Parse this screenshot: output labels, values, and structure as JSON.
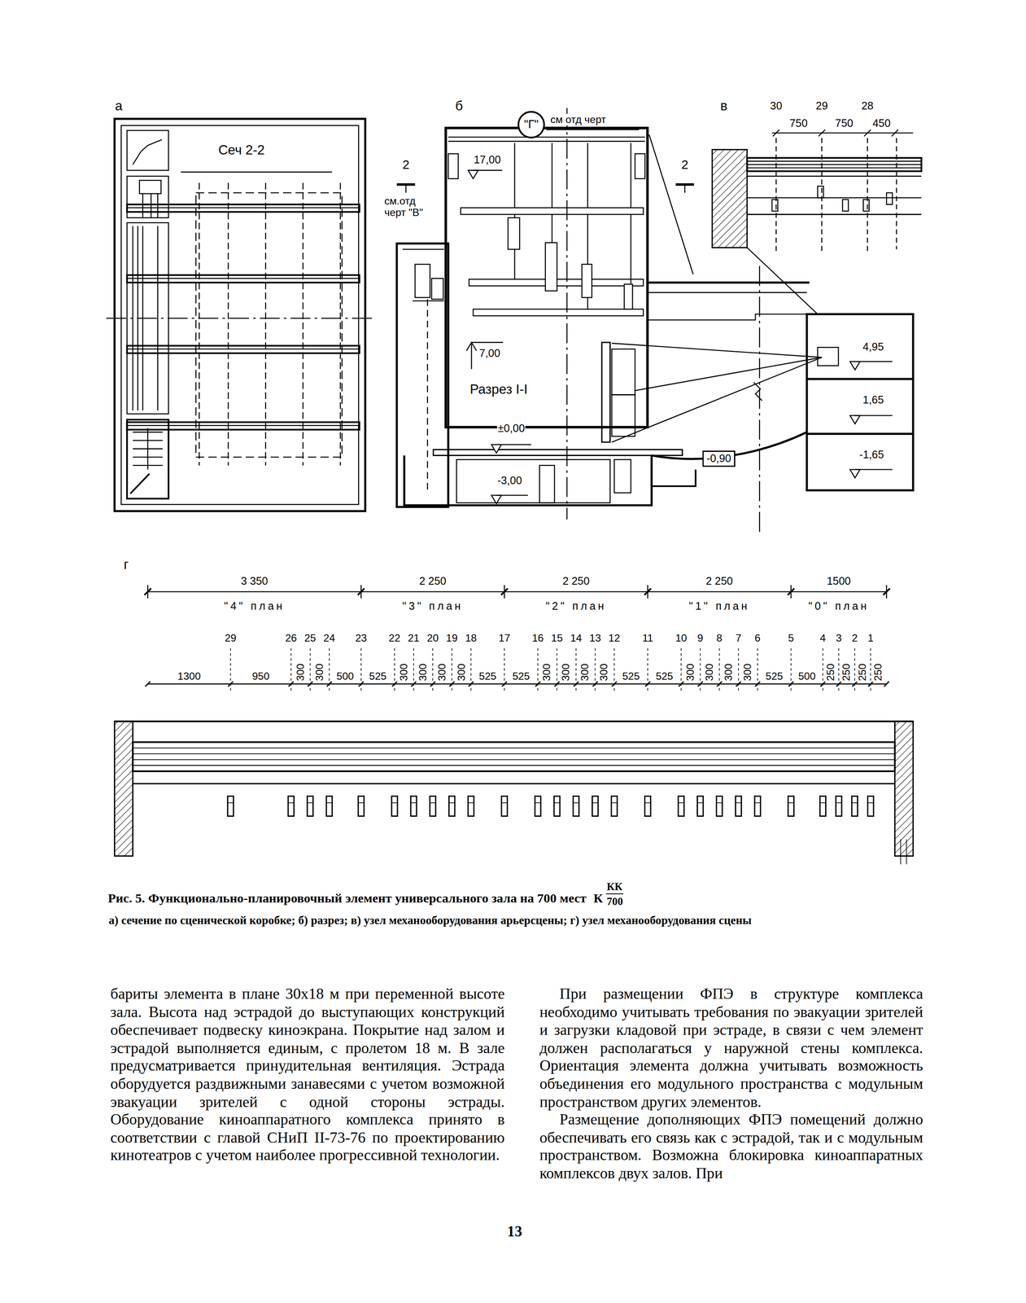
{
  "diagram": {
    "caption": "Рис. 5. Функционально-планировочный элемент универсального зала на 700 мест",
    "nodes": [
      {
        "text": [
          "\"Г\""
        ]
      },
      {
        "text": [
          "-0,90"
        ]
      }
    ],
    "labels": [
      "а",
      "Сеч 2-2",
      "б",
      "см отд черт",
      "2",
      "17,00",
      "2",
      "см.отд черт \"В\"",
      "7,00",
      "Разрез I-I",
      "±0,00",
      "-3,00",
      "4,95",
      "1,65",
      "-1,65",
      "в",
      "30",
      "29",
      "28",
      "750",
      "750",
      "450",
      "г",
      "3 350",
      "2 250",
      "2 250",
      "2 250",
      "1500",
      "\"4\" план",
      "\"3\" план",
      "\"2\" план",
      "\"1\" план",
      "\"0\" план",
      "29",
      "26",
      "25",
      "24",
      "23",
      "22",
      "21",
      "20",
      "19",
      "18",
      "17",
      "16",
      "15",
      "14",
      "13",
      "12",
      "11",
      "10",
      "9",
      "8",
      "7",
      "6",
      "5",
      "4",
      "3",
      "2",
      "1",
      "1300",
      "950",
      "300",
      "300",
      "500",
      "525",
      "300",
      "300",
      "300",
      "300",
      "525",
      "525",
      "300",
      "300",
      "300",
      "300",
      "525",
      "525",
      "300",
      "300",
      "300",
      "300",
      "525",
      "500",
      "250",
      "250",
      "250",
      "250",
      "К",
      "КК",
      "700",
      "а) сечение по сценической коробке; б) разрез; в) узел механооборудования арьерсцены; г) узел механооборудования сцены",
      "бариты элемента в плане 30х18 м при переменной высоте зала. Высота над эстрадой до выступающих конструкций обеспечивает подвеску киноэкрана. Покрытие над залом и эстрадой выполняется единым, с пролетом 18 м. В зале предусматривается принудительная вентиляция. Эстрада оборудуется раздвижными занавесями с учетом возможной эвакуации зрителей с одной стороны эстрады. Оборудование киноаппаратного комплекса принято в соответствии с главой СНиП II-73-76 по проектированию кинотеатров с учетом наиболее прогрессивной технологии.",
      "При размещении ФПЭ в структуре комплекса необходимо учитывать требования по эвакуации зрителей и загрузки кладовой при эстраде, в связи с чем элемент должен располагаться у наружной стены комплекса. Ориентация элемента должна учитывать возможность объединения его модульного пространства с модульным пространством других элементов.",
      "Размещение дополняющих ФПЭ помещений должно обеспечивать его связь как с эстрадой, так и с модульным пространством. Возможна блокировка киноаппаратных комплексов двух залов. При",
      "13"
    ]
  }
}
